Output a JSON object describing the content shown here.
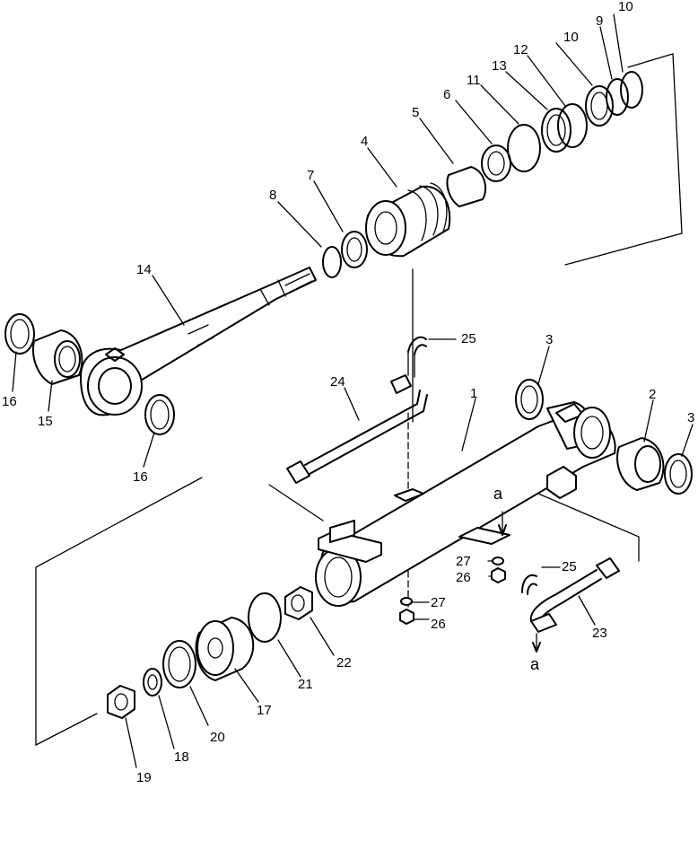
{
  "diagram": {
    "callouts": [
      {
        "id": "c10a",
        "text": "10"
      },
      {
        "id": "c9",
        "text": "9"
      },
      {
        "id": "c10b",
        "text": "10"
      },
      {
        "id": "c12",
        "text": "12"
      },
      {
        "id": "c13",
        "text": "13"
      },
      {
        "id": "c11",
        "text": "11"
      },
      {
        "id": "c6",
        "text": "6"
      },
      {
        "id": "c5",
        "text": "5"
      },
      {
        "id": "c4",
        "text": "4"
      },
      {
        "id": "c7",
        "text": "7"
      },
      {
        "id": "c8",
        "text": "8"
      },
      {
        "id": "c14",
        "text": "14"
      },
      {
        "id": "c16a",
        "text": "16"
      },
      {
        "id": "c15",
        "text": "15"
      },
      {
        "id": "c16b",
        "text": "16"
      },
      {
        "id": "c25a",
        "text": "25"
      },
      {
        "id": "c24",
        "text": "24"
      },
      {
        "id": "c3a",
        "text": "3"
      },
      {
        "id": "c1",
        "text": "1"
      },
      {
        "id": "c2",
        "text": "2"
      },
      {
        "id": "c3b",
        "text": "3"
      },
      {
        "id": "ca1",
        "text": "a"
      },
      {
        "id": "c27a",
        "text": "27"
      },
      {
        "id": "c26a",
        "text": "26"
      },
      {
        "id": "c25b",
        "text": "25"
      },
      {
        "id": "c27b",
        "text": "27"
      },
      {
        "id": "c26b",
        "text": "26"
      },
      {
        "id": "c23",
        "text": "23"
      },
      {
        "id": "ca2",
        "text": "a"
      },
      {
        "id": "c22",
        "text": "22"
      },
      {
        "id": "c21",
        "text": "21"
      },
      {
        "id": "c17",
        "text": "17"
      },
      {
        "id": "c20",
        "text": "20"
      },
      {
        "id": "c18",
        "text": "18"
      },
      {
        "id": "c19",
        "text": "19"
      }
    ]
  }
}
